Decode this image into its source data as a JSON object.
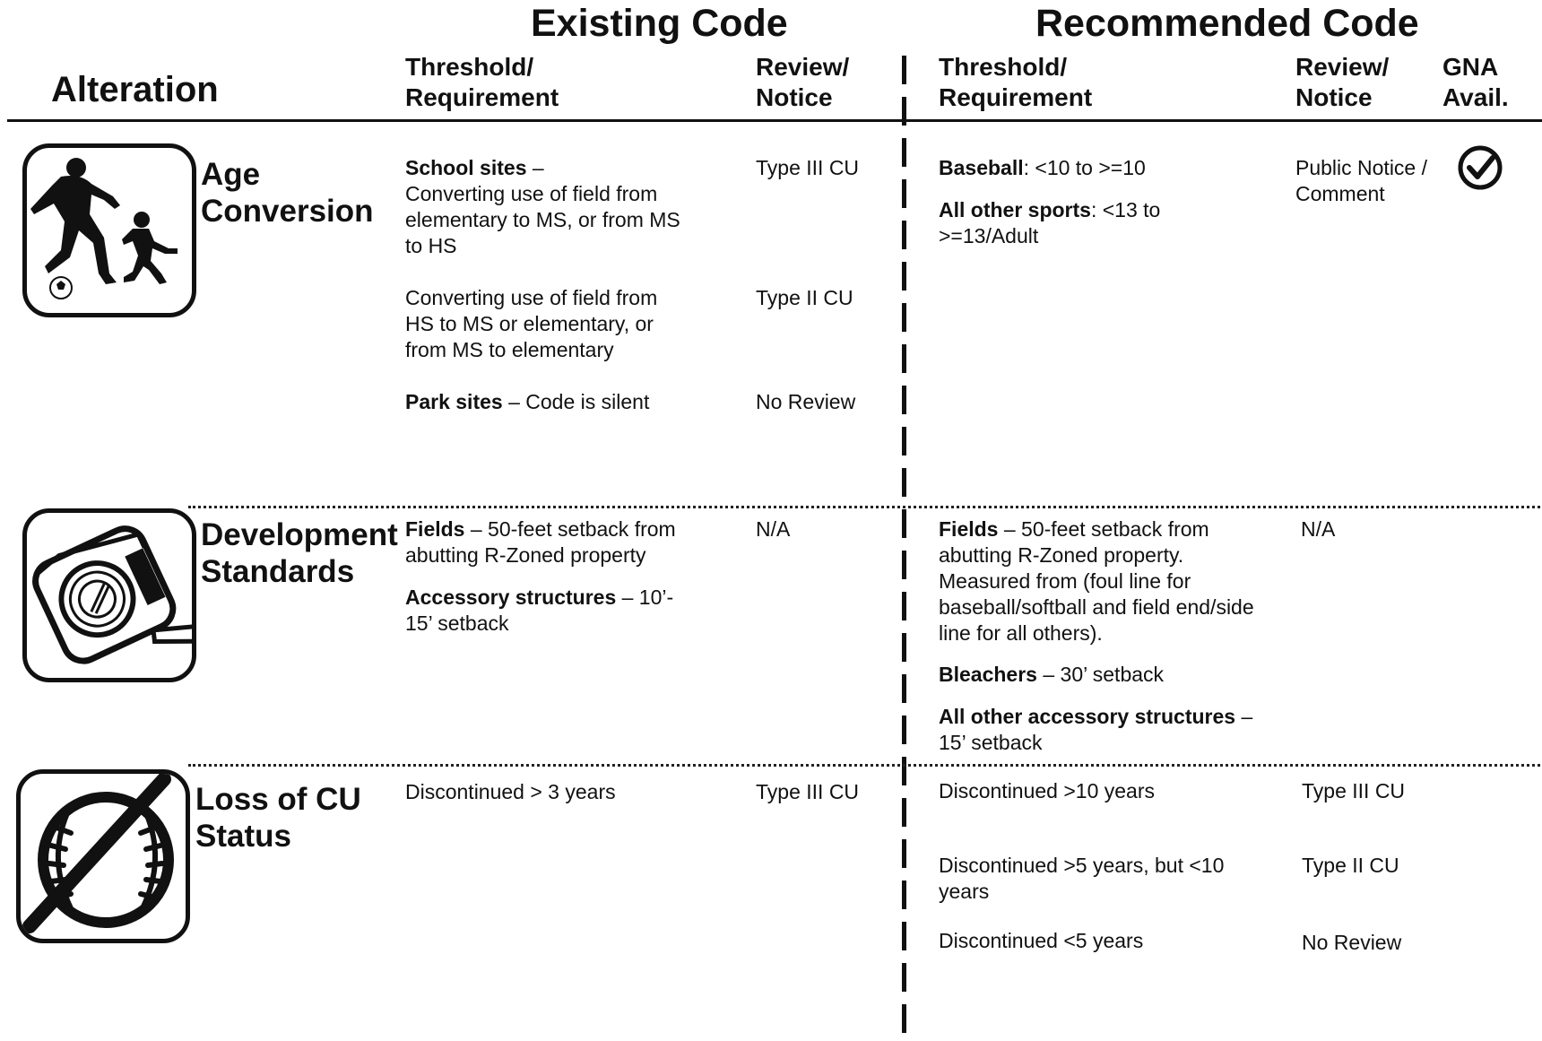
{
  "headers": {
    "existing_code": "Existing Code",
    "recommended_code": "Recommended Code",
    "alteration": "Alteration",
    "threshold_line1": "Threshold/",
    "threshold_line2": "Requirement",
    "review_line1": "Review/",
    "review_line2": "Notice",
    "gna_line1": "GNA",
    "gna_line2": "Avail."
  },
  "rows": {
    "age": {
      "name_line1": "Age",
      "name_line2": "Conversion",
      "icon": "soccer-players-icon",
      "existing": {
        "school_bold": "School sites",
        "school_rest": " –",
        "school_l1": "Converting use of field from",
        "school_l2": "elementary to MS, or from MS",
        "school_l3": "to HS",
        "school_review": "Type III CU",
        "conv_l1": "Converting use of field from",
        "conv_l2": "HS to MS or elementary, or",
        "conv_l3": "from MS to elementary",
        "conv_review": "Type II CU",
        "park_bold": "Park sites",
        "park_rest": " – Code is silent",
        "park_review": "No Review"
      },
      "recommended": {
        "baseball_bold": "Baseball",
        "baseball_rest": ": <10 to >=10",
        "other_bold": "All other sports",
        "other_rest": ": <13 to",
        "other_l2": ">=13/Adult",
        "review_l1": "Public Notice /",
        "review_l2": "Comment",
        "gna_icon": "checkmark-circle-icon"
      }
    },
    "dev": {
      "name_line1": "Development",
      "name_line2": "Standards",
      "icon": "tape-measure-icon",
      "existing": {
        "fields_bold": "Fields",
        "fields_rest": " – 50-feet setback from",
        "fields_l2": "abutting R-Zoned property",
        "acc_bold": "Accessory structures",
        "acc_rest": " – 10’-",
        "acc_l2": "15’ setback",
        "review": "N/A"
      },
      "recommended": {
        "fields_bold": "Fields",
        "fields_rest": " – 50-feet setback from",
        "fields_l2": "abutting R-Zoned property.",
        "fields_l3": "Measured from (foul line for",
        "fields_l4": "baseball/softball and field end/side",
        "fields_l5": "line for all others).",
        "bleach_bold": "Bleachers",
        "bleach_rest": " – 30’ setback",
        "allacc_bold": "All other accessory structures",
        "allacc_rest": " –",
        "allacc_l2": "15’ setback",
        "review": "N/A"
      }
    },
    "loss": {
      "name_line1": "Loss of CU",
      "name_line2": "Status",
      "icon": "no-baseball-icon",
      "existing": {
        "text": "Discontinued > 3 years",
        "review": "Type III CU"
      },
      "recommended": {
        "r1": "Discontinued >10 years",
        "r1_review": "Type III CU",
        "r2_l1": "Discontinued >5 years, but <10",
        "r2_l2": "years",
        "r2_review": "Type II CU",
        "r3": "Discontinued <5 years",
        "r3_review": "No Review"
      }
    }
  }
}
